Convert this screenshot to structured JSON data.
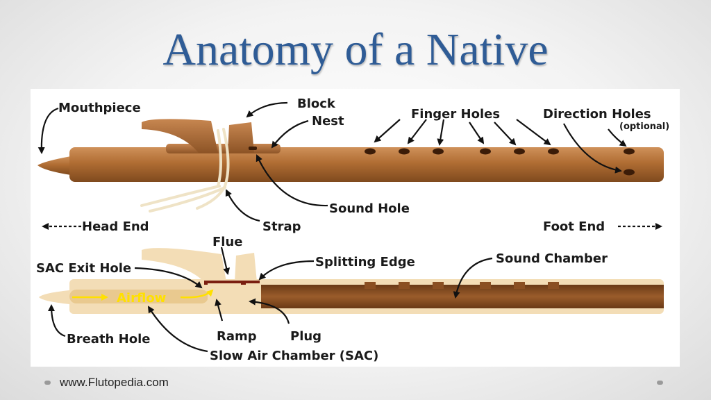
{
  "slide": {
    "title": "Anatomy of a Native",
    "footer": "www.Flutopedia.com"
  },
  "diagram": {
    "labels": {
      "mouthpiece": "Mouthpiece",
      "block": "Block",
      "nest": "Nest",
      "finger_holes": "Finger Holes",
      "direction_holes": "Direction Holes",
      "optional": "(optional)",
      "sound_hole": "Sound Hole",
      "head_end": "Head End",
      "strap": "Strap",
      "foot_end": "Foot End",
      "flue": "Flue",
      "sac_exit_hole": "SAC Exit Hole",
      "splitting_edge": "Splitting Edge",
      "sound_chamber": "Sound Chamber",
      "airflow": "Airflow",
      "breath_hole": "Breath Hole",
      "ramp": "Ramp",
      "plug": "Plug",
      "sac": "Slow Air Chamber (SAC)"
    }
  },
  "colors": {
    "title": "#2f5c96",
    "wood": "#b06d33",
    "wood_dark": "#8a4f22",
    "cutaway": "#f3ddb6",
    "airflow": "#ffe000"
  }
}
